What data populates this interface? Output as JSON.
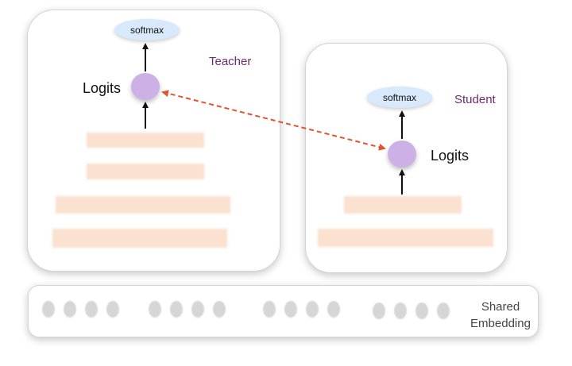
{
  "teacher": {
    "title": "Teacher",
    "softmax": "softmax",
    "logits": "Logits"
  },
  "student": {
    "title": "Student",
    "softmax": "softmax",
    "logits": "Logits"
  },
  "embedding": {
    "label": "Shared Embedding",
    "token_groups": 4,
    "tokens_per_group": 4
  },
  "colors": {
    "layer": "#fbe1cf",
    "logit_node": "#cdb1e6",
    "softmax_bubble": "#d7e9fa",
    "title_text": "#6e2a6e",
    "distill_link": "#e0552e"
  }
}
